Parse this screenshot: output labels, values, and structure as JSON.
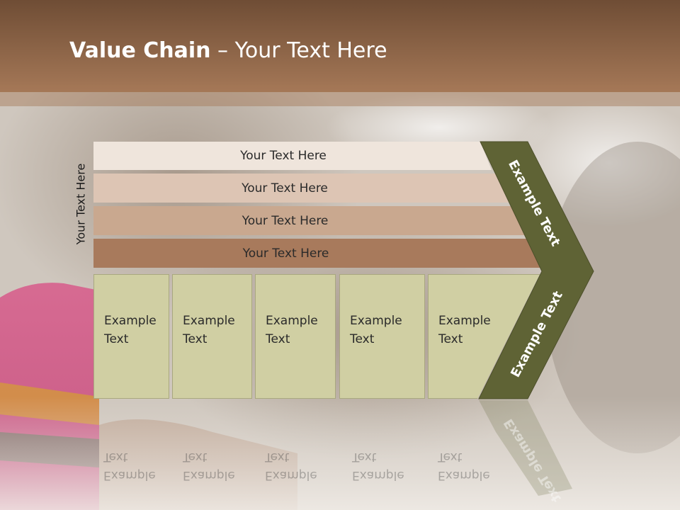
{
  "slide": {
    "title_bold": "Value Chain",
    "title_rest": " – Your Text Here"
  },
  "side_label": "Your Text Here",
  "bands": [
    "Your Text Here",
    "Your Text Here",
    "Your Text Here",
    "Your Text Here"
  ],
  "activities": [
    {
      "line1": "Example",
      "line2": "Text"
    },
    {
      "line1": "Example",
      "line2": "Text"
    },
    {
      "line1": "Example",
      "line2": "Text"
    },
    {
      "line1": "Example",
      "line2": "Text"
    },
    {
      "line1": "Example",
      "line2": "Text"
    }
  ],
  "chevron": {
    "upper_label": "Example Text",
    "lower_label": "Example Text"
  },
  "colors": {
    "header": "#8b6548",
    "band_1": "#efe5dc",
    "band_2": "#ddc5b4",
    "band_3": "#c9a88f",
    "band_4": "#a87a5c",
    "activity_box": "#d0cfa3",
    "chevron": "#5f6335"
  }
}
